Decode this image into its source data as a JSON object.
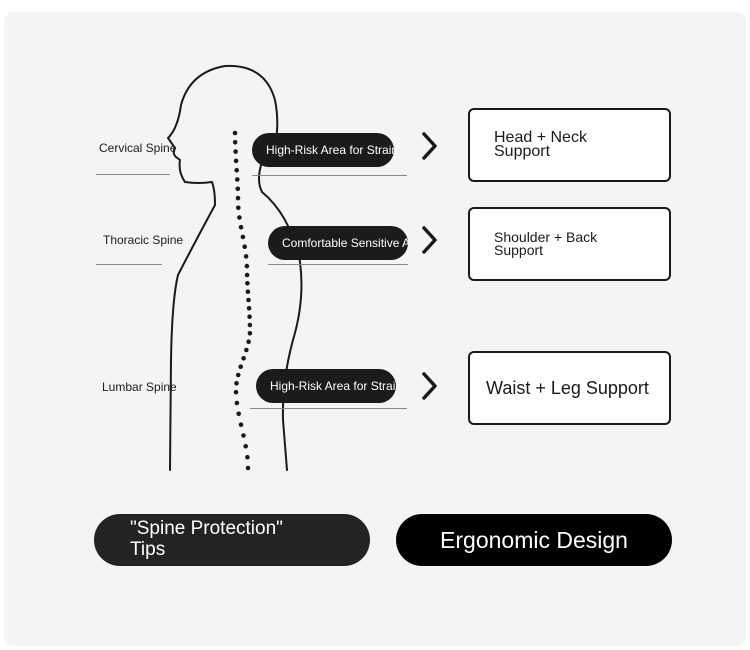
{
  "diagram": {
    "spine_labels": [
      "Cervical Spine",
      "Thoracic Spine",
      "Lumbar Spine"
    ],
    "pills": [
      "High-Risk Area for Strain",
      "Comfortable Sensitive Area",
      "High-Risk Area for Strain"
    ],
    "support_boxes": [
      "Head + Neck\nSupport",
      "Shoulder + Back\nSupport",
      "Waist + Leg Support"
    ]
  },
  "buttons": {
    "tips": "\"Spine Protection\"\nTips",
    "ergonomic": "Ergonomic Design"
  },
  "colors": {
    "pill_bg": "#1b1b1b",
    "ergonomic_bg": "#000000",
    "panel_bg": "#f4f4f4"
  }
}
